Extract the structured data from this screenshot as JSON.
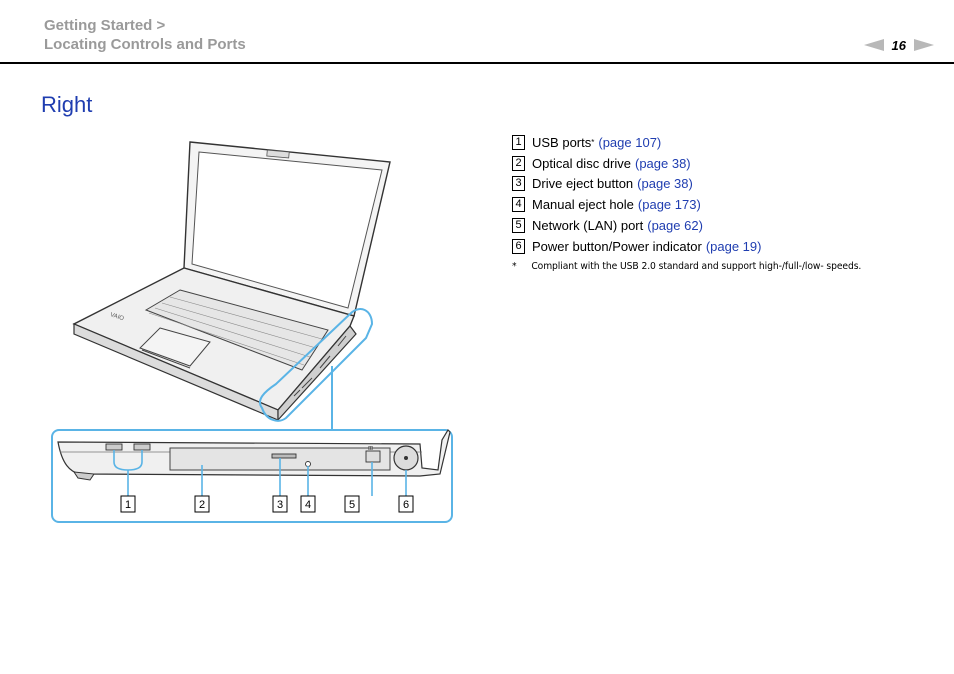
{
  "header": {
    "breadcrumb_line1": "Getting Started >",
    "breadcrumb_line2": "Locating Controls and Ports",
    "page_number": "16"
  },
  "section": {
    "title": "Right"
  },
  "legend": {
    "items": [
      {
        "num": "1",
        "label": "USB ports",
        "sup": "*",
        "link": "(page 107)"
      },
      {
        "num": "2",
        "label": "Optical disc drive",
        "sup": "",
        "link": "(page 38)"
      },
      {
        "num": "3",
        "label": "Drive eject button",
        "sup": "",
        "link": "(page 38)"
      },
      {
        "num": "4",
        "label": "Manual eject hole",
        "sup": "",
        "link": "(page 173)"
      },
      {
        "num": "5",
        "label": "Network (LAN) port",
        "sup": "",
        "link": "(page 62)"
      },
      {
        "num": "6",
        "label": "Power button/Power indicator",
        "sup": "",
        "link": "(page 19)"
      }
    ],
    "footnote_marker": "*",
    "footnote": "Compliant with the USB 2.0 standard and support high-/full-/low- speeds."
  },
  "figure": {
    "callouts": [
      "1",
      "2",
      "3",
      "4",
      "5",
      "6"
    ]
  },
  "colors": {
    "heading": "#1f3db0",
    "link": "#1f3db0",
    "breadcrumb": "#9a9a9a",
    "highlight": "#5ab4e6",
    "arrow": "#b8b8b8"
  }
}
